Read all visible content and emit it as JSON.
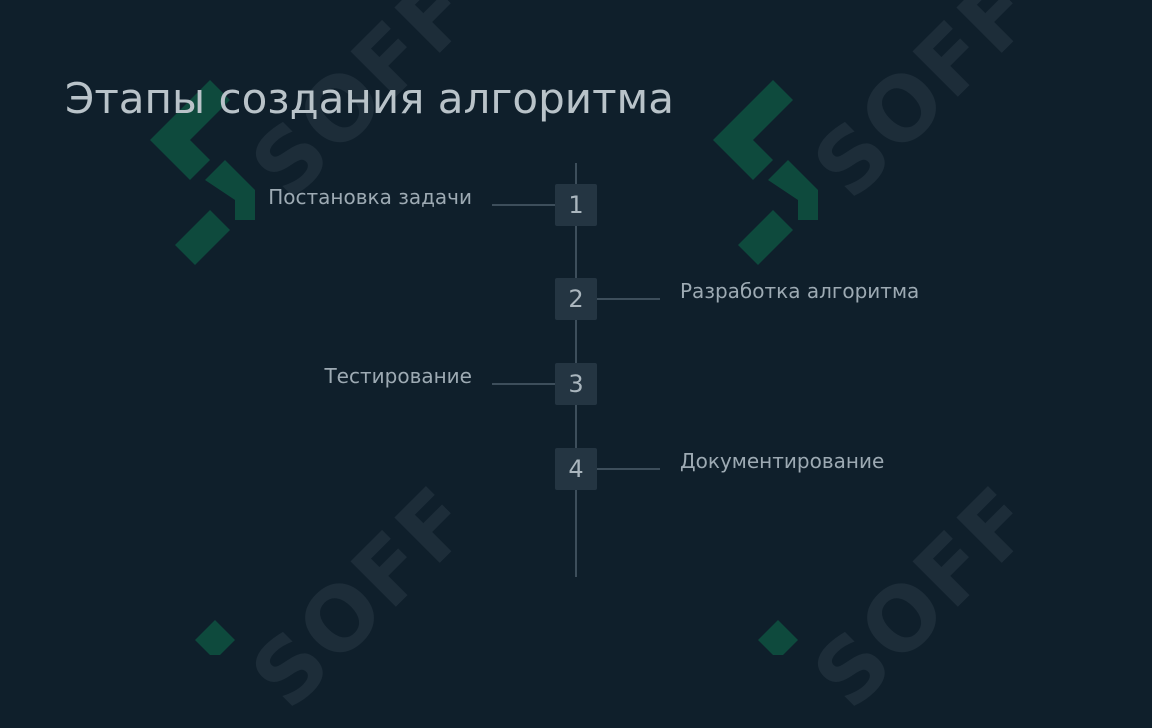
{
  "title": "Этапы создания алгоритма",
  "watermark": {
    "text": "SOFF",
    "logo_icon": "soff-logo-icon"
  },
  "steps": [
    {
      "number": "1",
      "label": "Постановка задачи",
      "side": "left"
    },
    {
      "number": "2",
      "label": "Разработка алгоритма",
      "side": "right"
    },
    {
      "number": "3",
      "label": "Тестирование",
      "side": "left"
    },
    {
      "number": "4",
      "label": "Документирование",
      "side": "right"
    }
  ],
  "colors": {
    "background": "#0f1f2b",
    "title": "#b9c3c9",
    "label": "#9daab3",
    "step_box": "#243542",
    "line": "#3d4e5b",
    "logo_green": "#0e4a3d",
    "watermark_text": "#1d2d39"
  }
}
